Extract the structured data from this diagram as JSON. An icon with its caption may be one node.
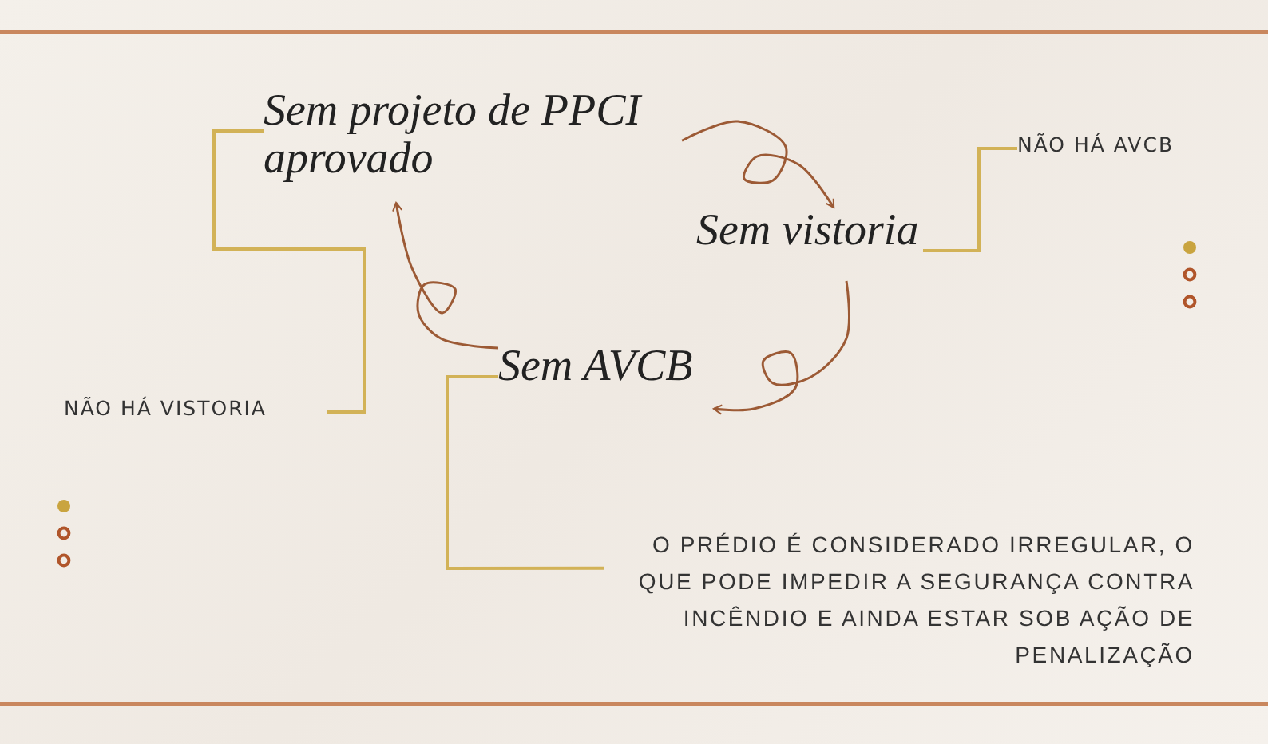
{
  "diagram": {
    "nodes": [
      {
        "text": [
          "Sem projeto de PPCI aprovado"
        ]
      },
      {
        "text": [
          "Sem vistoria"
        ]
      },
      {
        "text": [
          "Sem AVCB"
        ]
      },
      {
        "text": [
          "NÃO HÁ AVCB"
        ]
      },
      {
        "text": [
          "NÃO HÁ VISTORIA"
        ]
      },
      {
        "text": [
          "O PRÉDIO É CONSIDERADO IRREGULAR, O QUE PODE IMPEDIR A SEGURANÇA CONTRA INCÊNDIO E AINDA ESTAR SOB AÇÃO DE PENALIZAÇÃO"
        ]
      }
    ],
    "edges": [
      {
        "from": 0,
        "to": 1,
        "arrow": "to"
      },
      {
        "from": 1,
        "to": 2,
        "arrow": "to"
      },
      {
        "from": 2,
        "to": 0,
        "arrow": "to"
      },
      {
        "from": 0,
        "to": 4,
        "arrow": "none",
        "color": "#d2b257"
      },
      {
        "from": 1,
        "to": 3,
        "arrow": "none",
        "color": "#d2b257"
      },
      {
        "from": 2,
        "to": 5,
        "arrow": "none",
        "color": "#d2b257"
      }
    ]
  }
}
